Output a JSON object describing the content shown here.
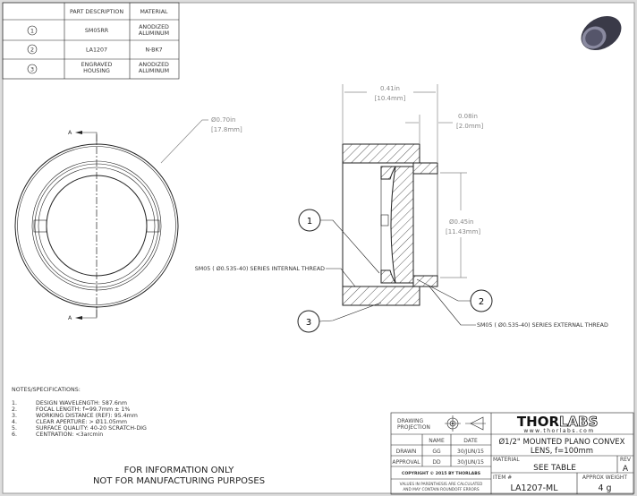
{
  "parts_table": {
    "headers": [
      "PART DESCRIPTION",
      "MATERIAL"
    ],
    "rows": [
      {
        "item": "1",
        "description": "SM05RR",
        "material_1": "ANODIZED",
        "material_2": "ALUMINUM"
      },
      {
        "item": "2",
        "description": "LA1207",
        "material_1": "N-BK7",
        "material_2": ""
      },
      {
        "item": "3",
        "description_1": "ENGRAVED",
        "description_2": "HOUSING",
        "material_1": "ANODIZED",
        "material_2": "ALUMINUM"
      }
    ]
  },
  "front_view": {
    "section_label": "A",
    "diameter_in": "Ø0.70in",
    "diameter_mm": "[17.8mm]"
  },
  "section_view": {
    "length_in": "0.41in",
    "length_mm": "[10.4mm]",
    "step_in": "0.08in",
    "step_mm": "[2.0mm]",
    "bore_in": "Ø0.45in",
    "bore_mm": "[11.43mm]",
    "internal_thread": "SM05 ( Ø0.535-40) SERIES INTERNAL THREAD",
    "external_thread": "SM05 ( Ø0.535-40) SERIES EXTERNAL THREAD",
    "balloons": [
      "1",
      "2",
      "3"
    ]
  },
  "notes": {
    "title": "NOTES/SPECIFICATIONS:",
    "items": [
      {
        "n": "1.",
        "text": "DESIGN WAVELENGTH: 587.6nm"
      },
      {
        "n": "2.",
        "text": "FOCAL LENGTH: f=99.7mm ± 1%"
      },
      {
        "n": "3.",
        "text": "WORKING DISTANCE (REF): 95.4mm"
      },
      {
        "n": "4.",
        "text": "CLEAR APERTURE: > Ø11.05mm"
      },
      {
        "n": "5.",
        "text": "SURFACE QUALITY: 40-20 SCRATCH-DIG"
      },
      {
        "n": "6.",
        "text": "CENTRATION: <3arcmin"
      }
    ]
  },
  "disclaimer": {
    "line1": "FOR INFORMATION ONLY",
    "line2": "NOT FOR MANUFACTURING PURPOSES"
  },
  "title_block": {
    "projection_label_1": "DRAWING",
    "projection_label_2": "PROJECTION",
    "name_header": "NAME",
    "date_header": "DATE",
    "drawn_label": "DRAWN",
    "drawn_name": "GG",
    "drawn_date": "30/JUN/15",
    "approval_label": "APPROVAL",
    "approval_name": "DD",
    "approval_date": "30/JUN/15",
    "copyright": "COPYRIGHT © 2015 BY THORLABS",
    "values_note_1": "VALUES IN PARENTHESIS ARE CALCULATED",
    "values_note_2": "AND MAY CONTAIN ROUNDOFF ERRORS",
    "logo_thor": "THOR",
    "logo_labs": "LABS",
    "website": "www.thorlabs.com",
    "title_1": "Ø1/2\" MOUNTED PLANO CONVEX",
    "title_2": "LENS, f=100mm",
    "material_label": "MATERIAL",
    "material_value": "SEE TABLE",
    "rev_label": "REV",
    "rev_value": "A",
    "item_label": "ITEM #",
    "item_value": "LA1207-ML",
    "weight_label": "APPROX WEIGHT",
    "weight_value": "4 g"
  }
}
